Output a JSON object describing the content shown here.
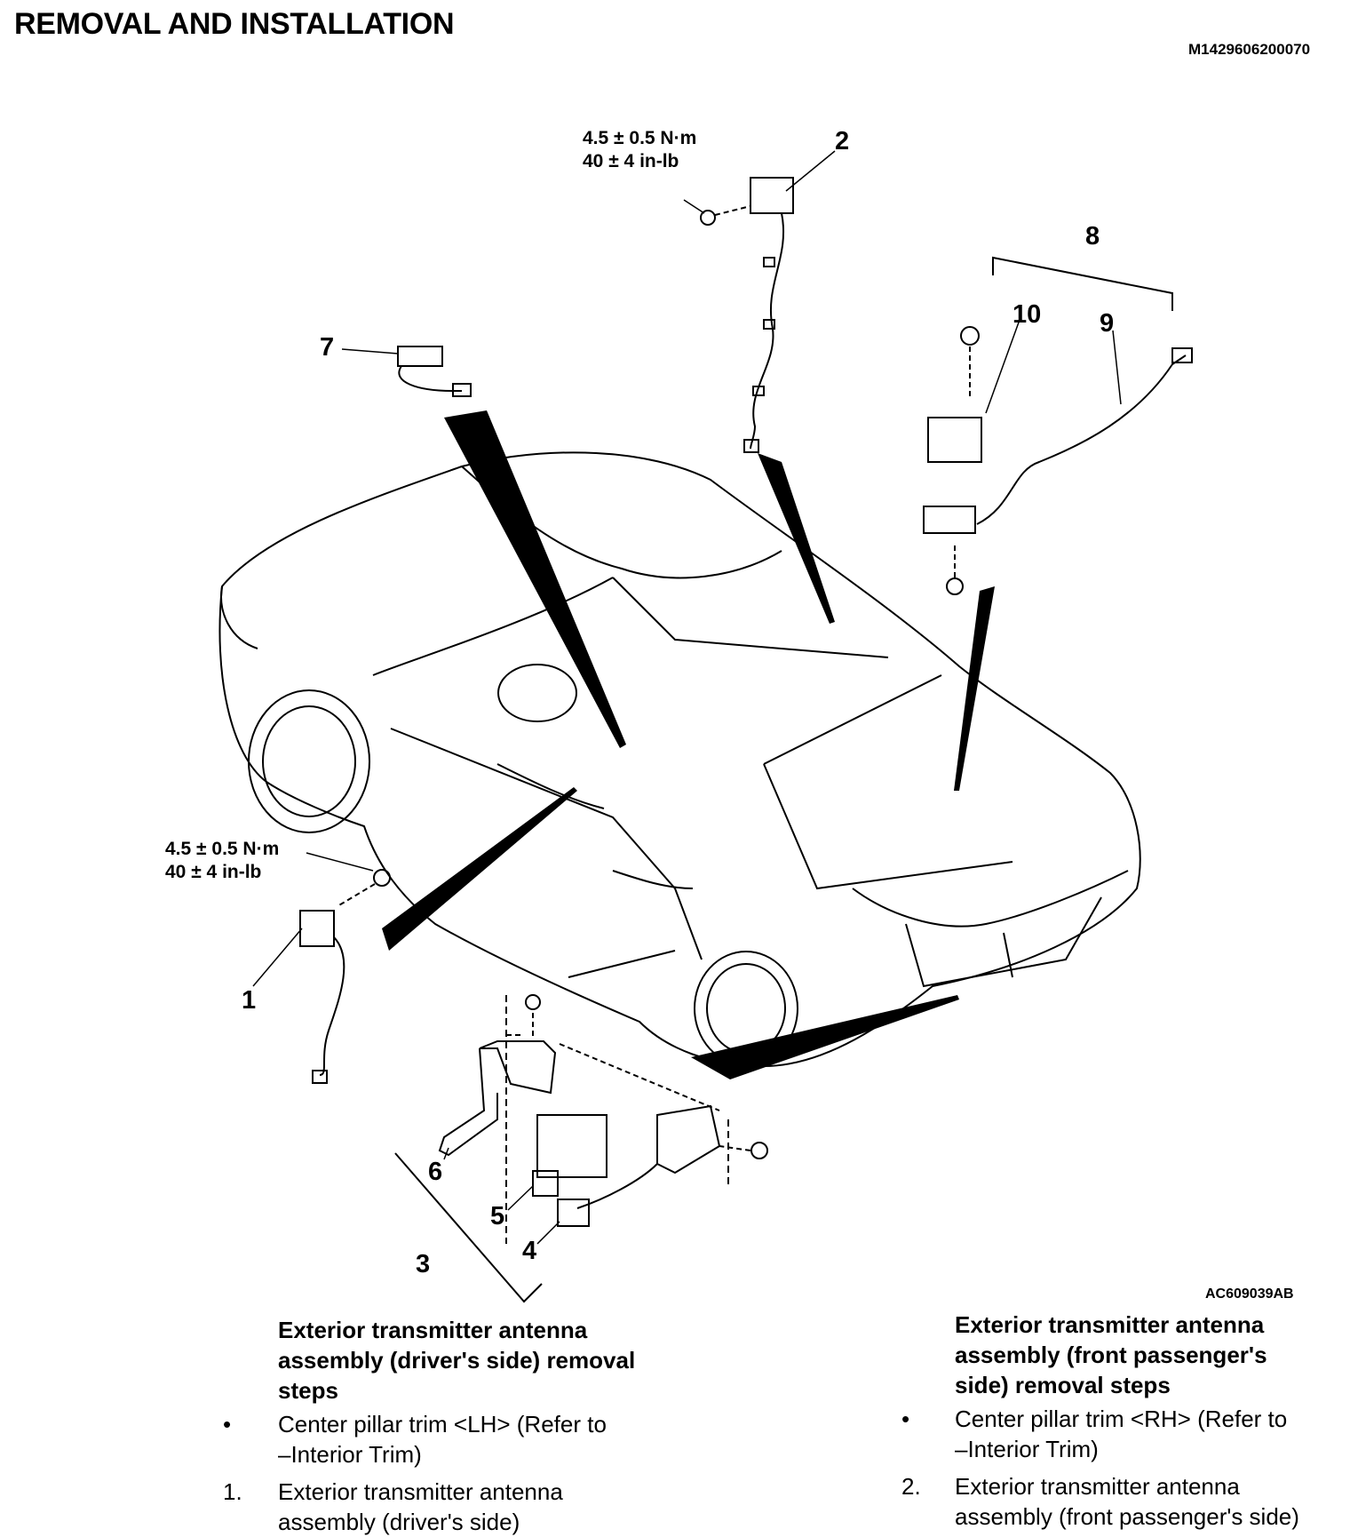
{
  "header": {
    "title": "REMOVAL AND INSTALLATION",
    "doc_id": "M1429606200070"
  },
  "figure": {
    "code": "AC609039AB",
    "callouts": [
      "1",
      "2",
      "3",
      "4",
      "5",
      "6",
      "7",
      "8",
      "9",
      "10"
    ],
    "torque_top": {
      "line1": "4.5 ± 0.5 N·m",
      "line2": "40 ± 4 in-lb"
    },
    "torque_left": {
      "line1": "4.5 ± 0.5 N·m",
      "line2": "40 ± 4 in-lb"
    }
  },
  "sections": {
    "driver": {
      "heading_lines": [
        "Exterior transmitter antenna",
        "assembly (driver's side) removal",
        "steps"
      ],
      "steps": [
        {
          "marker": "•",
          "lines": [
            "Center pillar trim <LH> (Refer to",
            "–Interior Trim)"
          ]
        },
        {
          "marker": "1.",
          "lines": [
            "Exterior transmitter antenna",
            "assembly (driver's side)"
          ]
        }
      ]
    },
    "passenger": {
      "heading_lines": [
        "Exterior transmitter antenna",
        "assembly (front passenger's",
        "side) removal steps"
      ],
      "steps": [
        {
          "marker": "•",
          "lines": [
            "Center pillar trim <RH> (Refer to",
            "–Interior Trim)"
          ]
        },
        {
          "marker": "2.",
          "lines": [
            "Exterior transmitter antenna",
            "assembly (front passenger's side)"
          ]
        }
      ]
    }
  }
}
